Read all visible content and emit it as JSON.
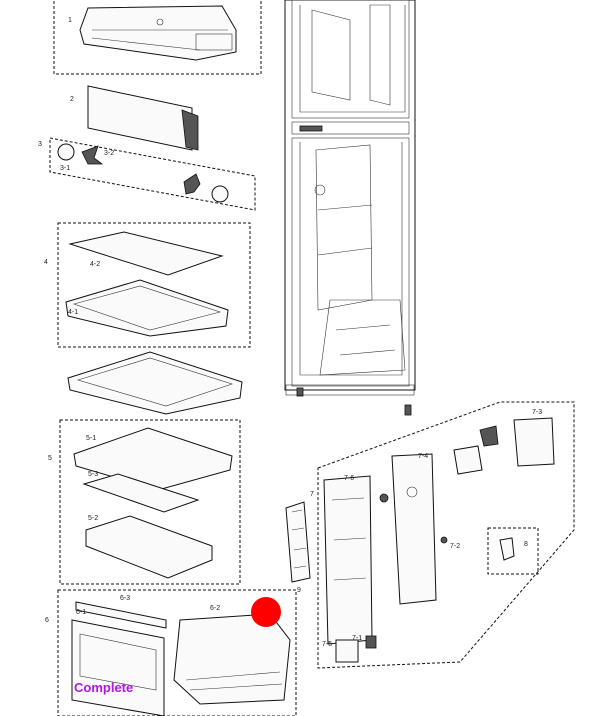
{
  "labels": {
    "p1": "1",
    "p2": "2",
    "p3": "3",
    "p3_1": "3-1",
    "p3_2": "3-2",
    "p4": "4",
    "p4_1": "4-1",
    "p4_2": "4-2",
    "p5": "5",
    "p5_1": "5-1",
    "p5_2": "5-2",
    "p5_3": "5-3",
    "p6": "6",
    "p6_1": "6-1",
    "p6_2": "6-2",
    "p6_3": "6-3",
    "p7": "7",
    "p7_1": "7-1",
    "p7_2": "7-2",
    "p7_3": "7-3",
    "p7_4": "7-4",
    "p7_5": "7-5",
    "p7_6": "7-6",
    "p8": "8",
    "p9": "9"
  },
  "status": {
    "text": "Complete",
    "text_color": "#b414e6",
    "marker_color": "#ff0000"
  }
}
